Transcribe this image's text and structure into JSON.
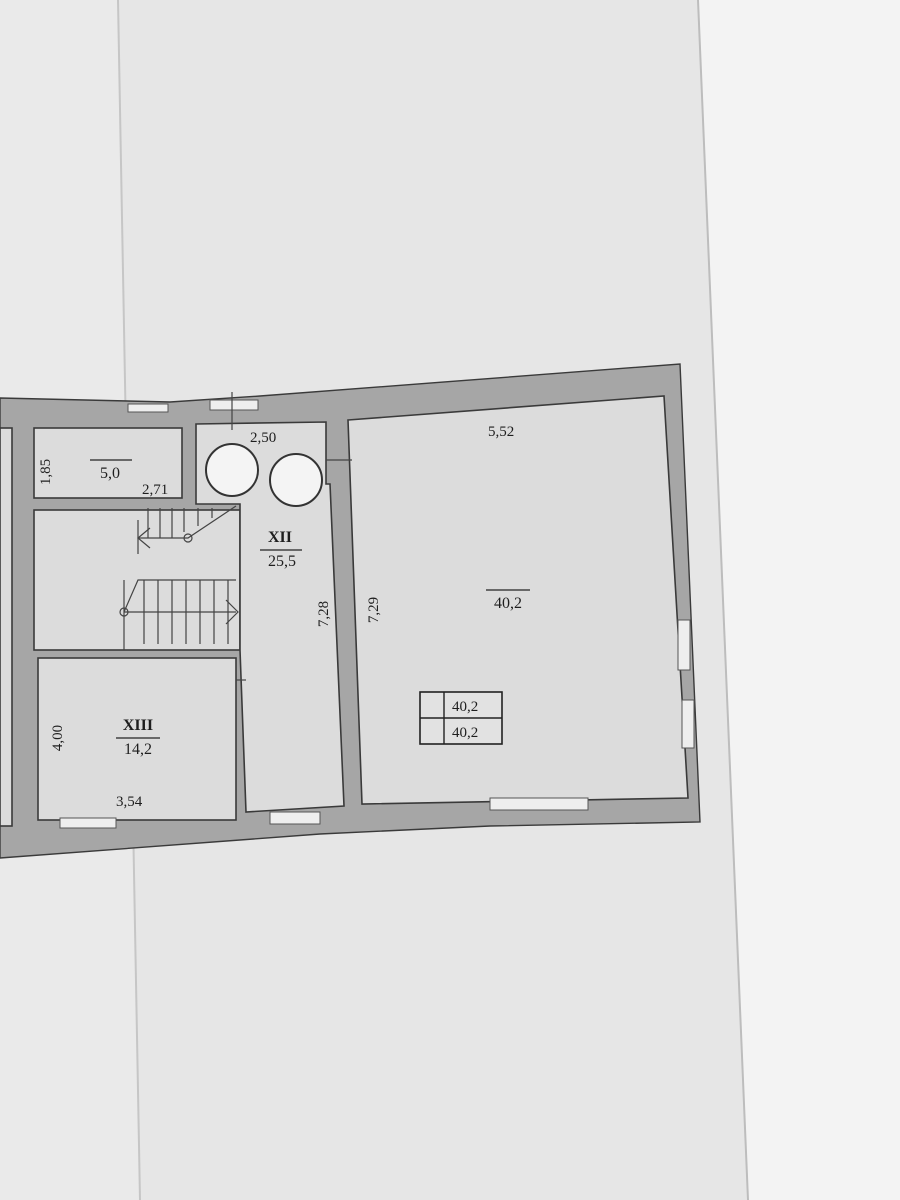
{
  "plan": {
    "dims": {
      "top_left_height": "1,85",
      "small_room_width": "2,71",
      "corridor_width": "2,50",
      "corridor_length": "7,28",
      "big_room_width": "5,52",
      "big_room_length": "7,29",
      "room_xiii_height": "4,00",
      "room_xiii_width": "3,54"
    },
    "rooms": {
      "small": {
        "area": "5,0"
      },
      "xii": {
        "number": "XII",
        "area": "25,5"
      },
      "xiii": {
        "number": "XIII",
        "area": "14,2"
      },
      "big": {
        "area": "40,2"
      }
    },
    "area_table": {
      "row1": "40,2",
      "row2": "40,2"
    }
  }
}
